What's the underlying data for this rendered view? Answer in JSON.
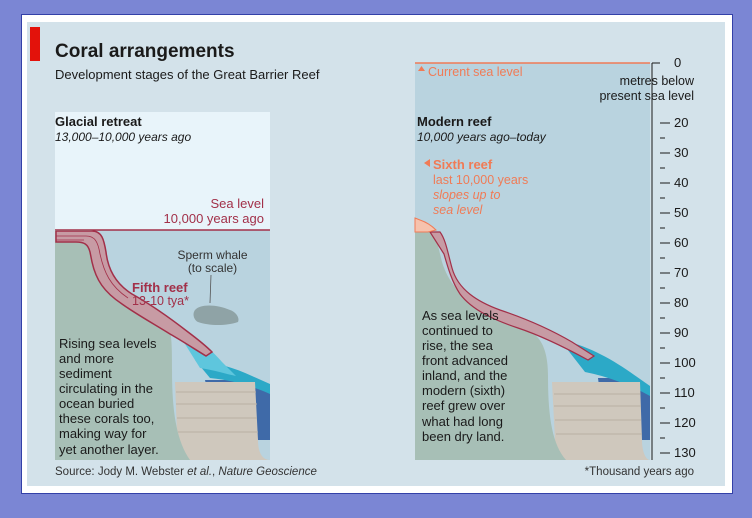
{
  "header": {
    "title": "Coral arrangements",
    "subtitle": "Development stages of the Great Barrier Reef"
  },
  "left_panel": {
    "heading": "Glacial retreat",
    "period": "13,000–10,000 years ago",
    "sea_level_label_1": "Sea level",
    "sea_level_label_2": "10,000 years ago",
    "whale_label_1": "Sperm whale",
    "whale_label_2": "(to scale)",
    "reef_name": "Fifth reef",
    "reef_period": "13-10 tya*",
    "description": "Rising sea levels and more sediment circulating in the ocean buried these corals too, making way for yet another layer."
  },
  "right_panel": {
    "current_sea_level_label": "Current sea level",
    "heading": "Modern reef",
    "period": "10,000 years ago–today",
    "reef_name": "Sixth reef",
    "reef_period": "last 10,000 years",
    "reef_note_1": "slopes up to",
    "reef_note_2": "sea level",
    "description": "As sea levels continued to rise, the sea front advanced inland, and the modern (sixth) reef grew over what had long been dry land."
  },
  "depth_axis": {
    "label_1": "metres below",
    "label_2": "present sea level",
    "ticks": [
      "0",
      "20",
      "30",
      "40",
      "50",
      "60",
      "70",
      "80",
      "90",
      "100",
      "110",
      "120",
      "130"
    ]
  },
  "footer": {
    "source_prefix": "Source: Jody M. Webster ",
    "source_etal": "et al.",
    "source_comma": ", ",
    "source_journal": "Nature Geoscience",
    "footnote": "*Thousand years ago"
  },
  "colors": {
    "brand_red": "#e3120b",
    "fifth_reef": "#a23049",
    "sixth_reef": "#f07b56",
    "sea": "#b9d3df",
    "sky": "#e8f4fa",
    "rock": "#a7bfb6"
  }
}
